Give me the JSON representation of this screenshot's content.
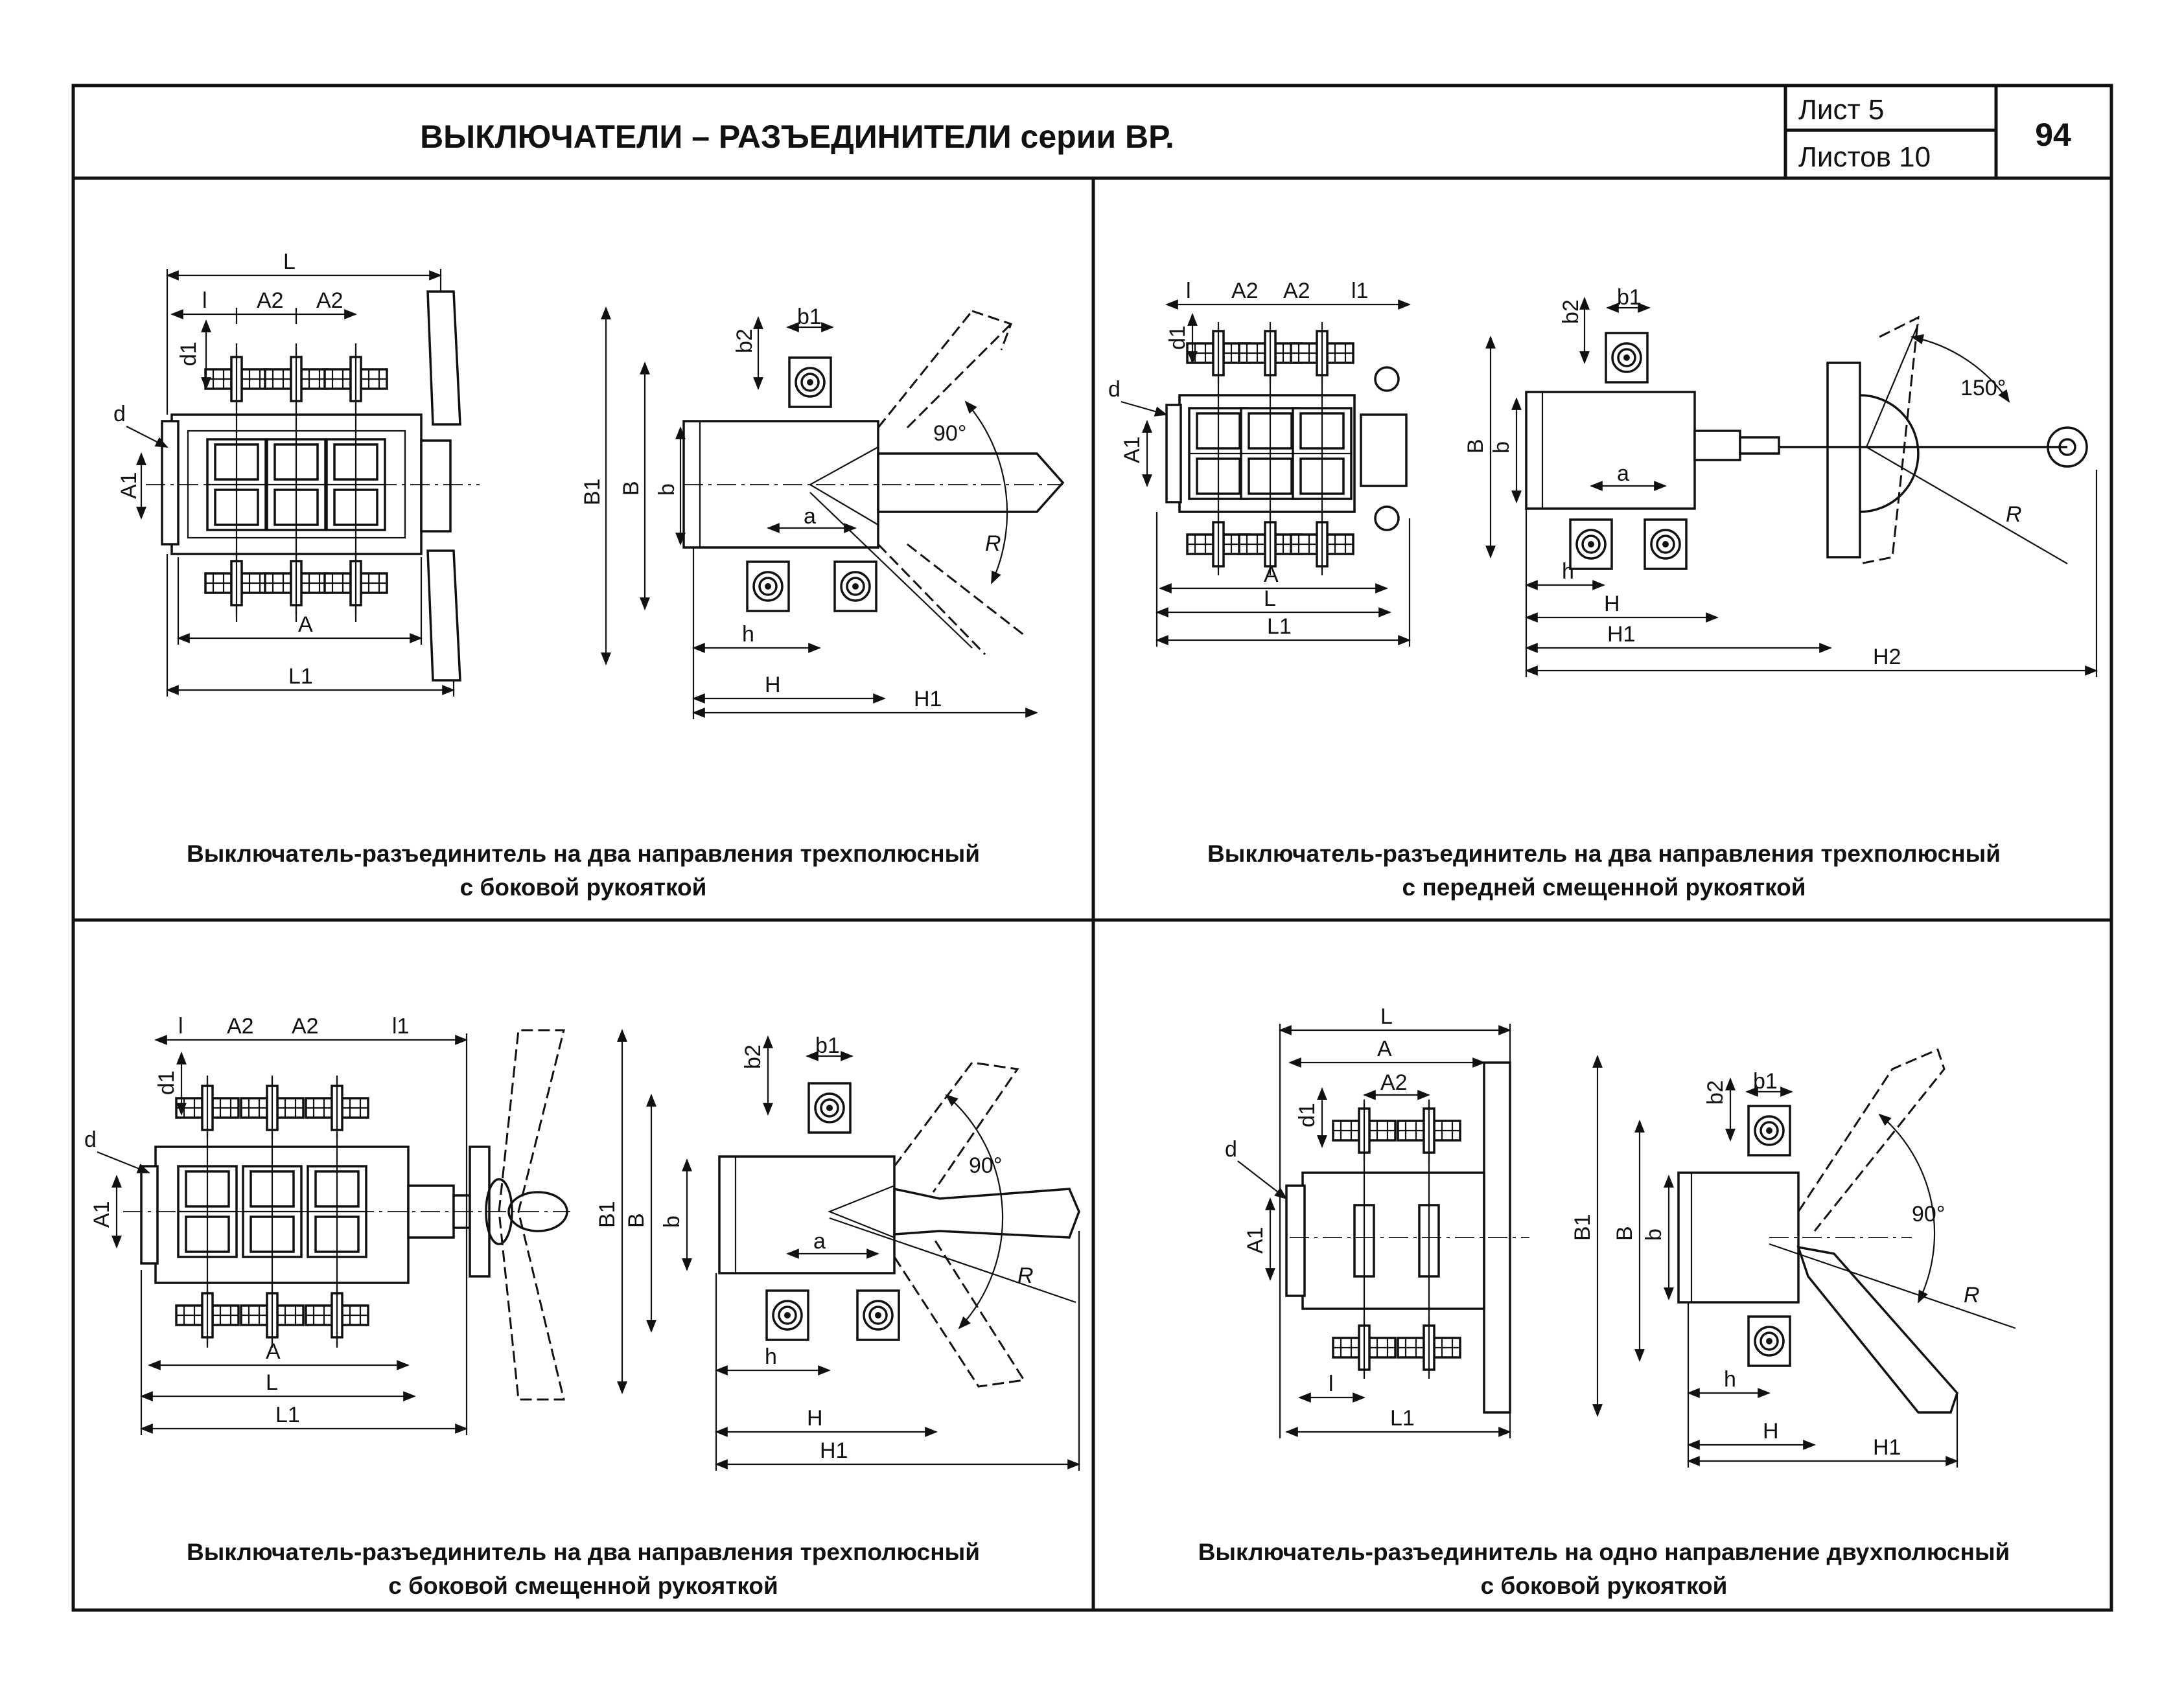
{
  "header": {
    "title": "ВЫКЛЮЧАТЕЛИ – РАЗЪЕДИНИТЕЛИ серии   ВР.",
    "sheet_label": "Лист  5",
    "sheets_label": "Листов   10",
    "page_number": "94"
  },
  "panels": [
    {
      "caption_line1": "Выключатель-разъединитель на два направления трехполюсный",
      "caption_line2": "с боковой рукояткой",
      "labels": {
        "L": "L",
        "l": "l",
        "A2": "A2",
        "A2b": "A2",
        "d1": "d1",
        "d": "d",
        "A1": "A1",
        "A": "A",
        "L1": "L1",
        "B1": "B1",
        "B": "B",
        "b": "b",
        "b1": "b1",
        "b2": "b2",
        "a": "a",
        "h": "h",
        "H": "H",
        "H1": "H1",
        "R": "R",
        "angle": "90°"
      }
    },
    {
      "caption_line1": "Выключатель-разъединитель на два направления трехполюсный",
      "caption_line2": "с передней смещенной рукояткой",
      "labels": {
        "l": "l",
        "A2": "A2",
        "A2b": "A2",
        "l1": "l1",
        "d1": "d1",
        "d": "d",
        "A1": "A1",
        "A": "A",
        "L": "L",
        "L1": "L1",
        "B": "B",
        "b": "b",
        "b1": "b1",
        "b2": "b2",
        "a": "a",
        "h": "h",
        "H": "H",
        "H1": "H1",
        "H2": "H2",
        "R": "R",
        "angle": "150°"
      }
    },
    {
      "caption_line1": "Выключатель-разъединитель на два направления трехполюсный",
      "caption_line2": "с боковой смещенной рукояткой",
      "labels": {
        "l": "l",
        "A2": "A2",
        "A2b": "A2",
        "l1": "l1",
        "d1": "d1",
        "d": "d",
        "A1": "A1",
        "A": "A",
        "L": "L",
        "L1": "L1",
        "B1": "B1",
        "B": "B",
        "b": "b",
        "b1": "b1",
        "b2": "b2",
        "a": "a",
        "h": "h",
        "H": "H",
        "H1": "H1",
        "R": "R",
        "angle": "90°"
      }
    },
    {
      "caption_line1": "Выключатель-разъединитель на одно направление двухполюсный",
      "caption_line2": "с боковой рукояткой",
      "labels": {
        "L": "L",
        "A": "A",
        "A2": "A2",
        "d1": "d1",
        "d": "d",
        "A1": "A1",
        "l": "l",
        "L1": "L1",
        "B1": "B1",
        "B": "B",
        "b": "b",
        "b1": "b1",
        "b2": "b2",
        "h": "h",
        "H": "H",
        "H1": "H1",
        "R": "R",
        "angle": "90°"
      }
    }
  ]
}
